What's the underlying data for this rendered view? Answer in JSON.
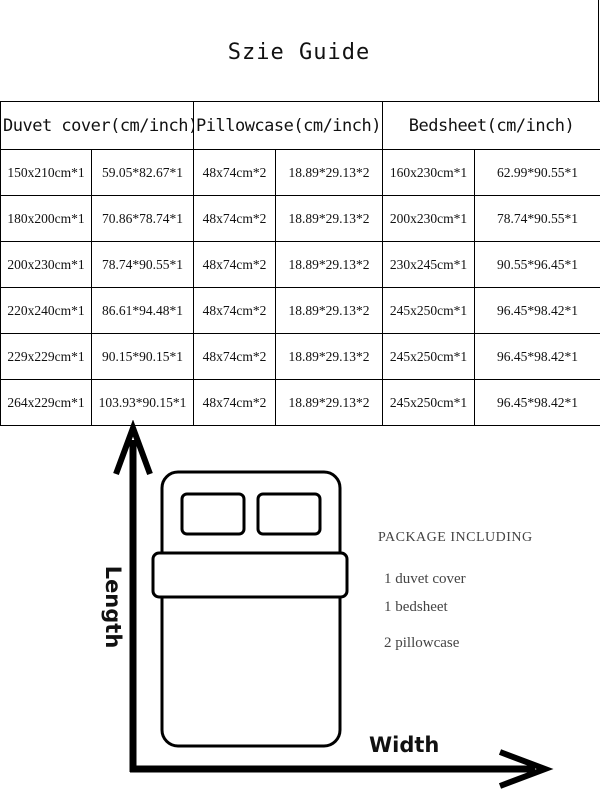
{
  "title": "Szie Guide",
  "table": {
    "headers": [
      "Duvet cover(cm/inch)",
      "Pillowcase(cm/inch)",
      "Bedsheet(cm/inch)"
    ],
    "rows": [
      [
        "150x210cm*1",
        "59.05*82.67*1",
        "48x74cm*2",
        "18.89*29.13*2",
        "160x230cm*1",
        "62.99*90.55*1"
      ],
      [
        "180x200cm*1",
        "70.86*78.74*1",
        "48x74cm*2",
        "18.89*29.13*2",
        "200x230cm*1",
        "78.74*90.55*1"
      ],
      [
        "200x230cm*1",
        "78.74*90.55*1",
        "48x74cm*2",
        "18.89*29.13*2",
        "230x245cm*1",
        "90.55*96.45*1"
      ],
      [
        "220x240cm*1",
        "86.61*94.48*1",
        "48x74cm*2",
        "18.89*29.13*2",
        "245x250cm*1",
        "96.45*98.42*1"
      ],
      [
        "229x229cm*1",
        "90.15*90.15*1",
        "48x74cm*2",
        "18.89*29.13*2",
        "245x250cm*1",
        "96.45*98.42*1"
      ],
      [
        "264x229cm*1",
        "103.93*90.15*1",
        "48x74cm*2",
        "18.89*29.13*2",
        "245x250cm*1",
        "96.45*98.42*1"
      ]
    ]
  },
  "diagram": {
    "length_label": "Length",
    "width_label": "Width"
  },
  "package": {
    "title": "PACKAGE INCLUDING",
    "items": [
      "1 duvet cover",
      "1 bedsheet",
      "2 pillowcase"
    ]
  }
}
